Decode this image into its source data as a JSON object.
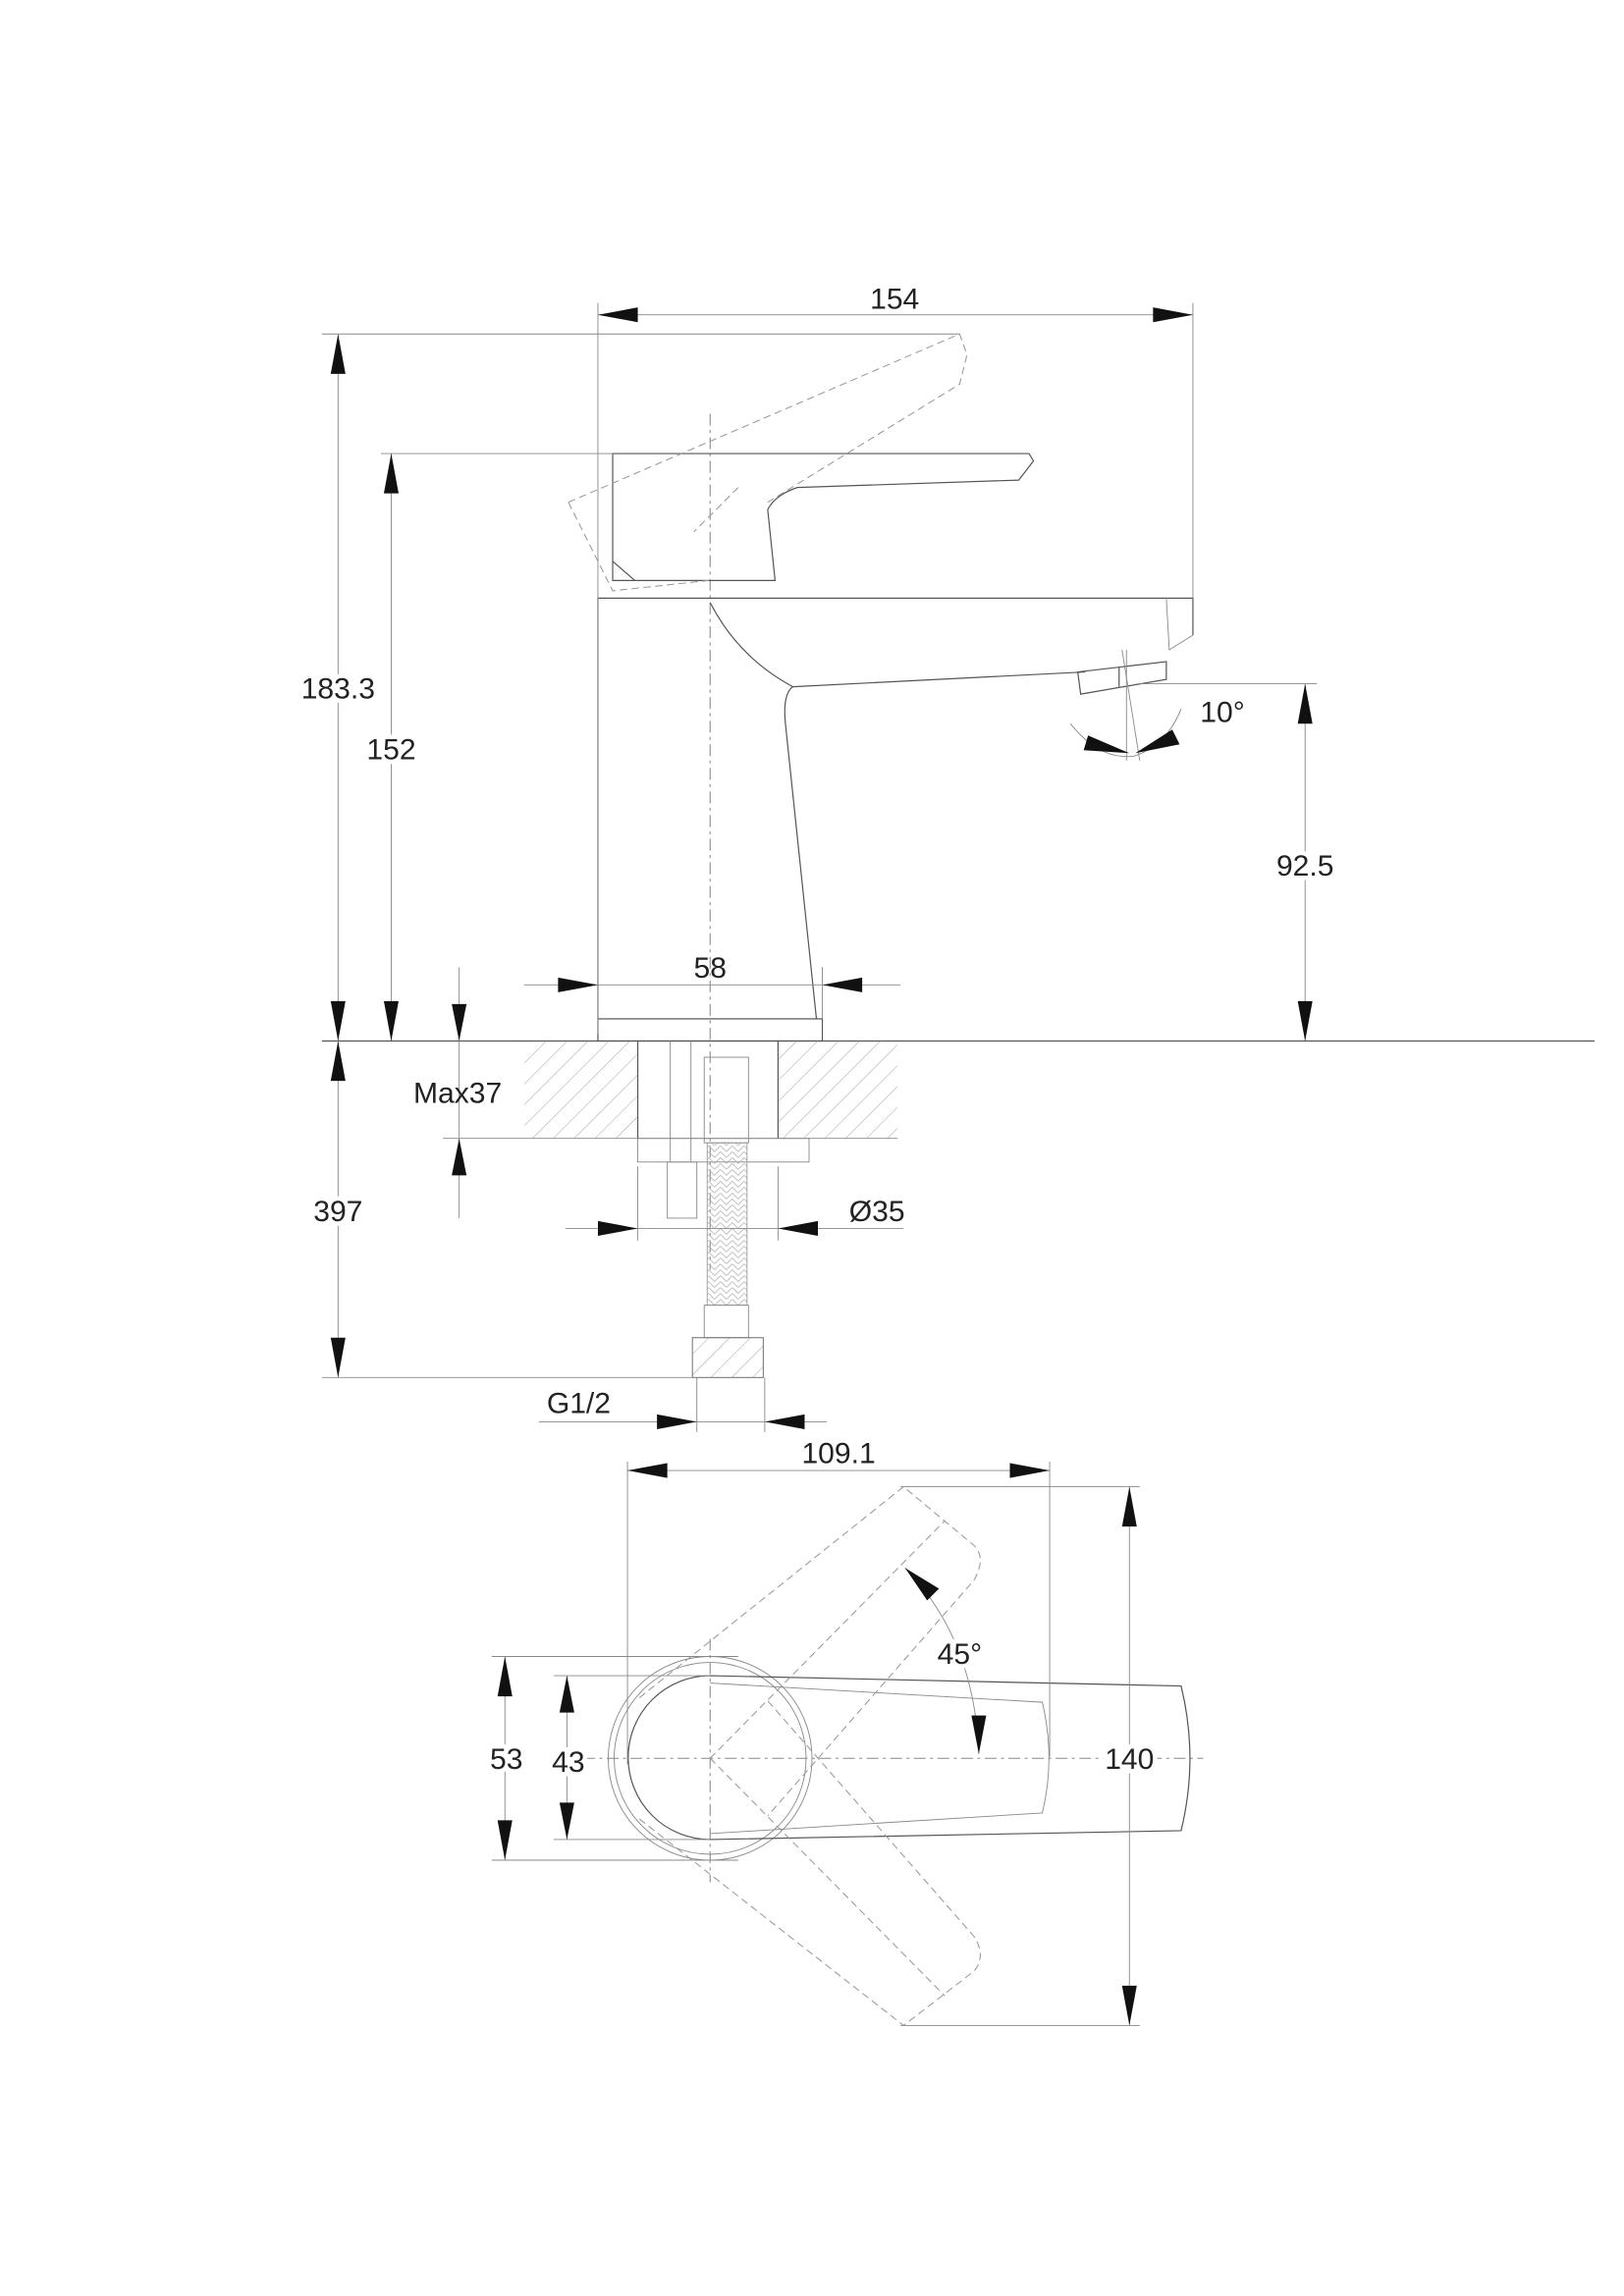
{
  "drawing": {
    "side_view": {
      "overall_width": "154",
      "overall_height": "183.3",
      "handle_height": "152",
      "spout_height": "92.5",
      "spout_angle": "10°",
      "base_diameter": "58",
      "max_counter_thickness": "Max37",
      "hose_length": "397",
      "hole_diameter": "Ø35",
      "connection_thread": "G1/2"
    },
    "plan_view": {
      "depth": "109.1",
      "lever_swing_width": "140",
      "base_outer": "53",
      "base_inner": "43",
      "lever_angle": "45°"
    }
  }
}
